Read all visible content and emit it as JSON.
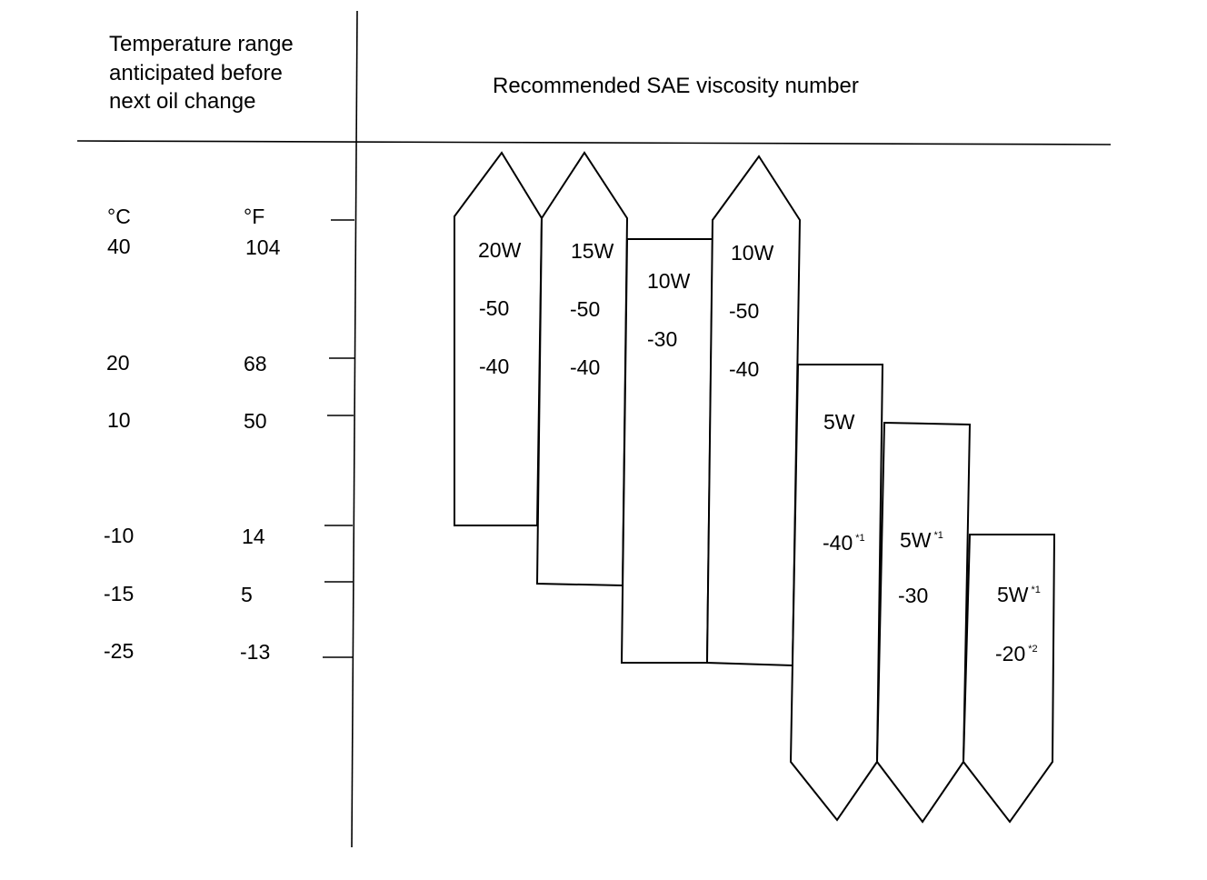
{
  "header": {
    "left_lines": [
      "Temperature range",
      "anticipated before",
      "next oil change"
    ],
    "right_title": "Recommended SAE viscosity number"
  },
  "scale": {
    "celsius_unit": "°C",
    "fahrenheit_unit": "°F",
    "levels": [
      {
        "c": "40",
        "f": "104",
        "c_value": 40
      },
      {
        "c": "20",
        "f": "68",
        "c_value": 20
      },
      {
        "c": "10",
        "f": "50",
        "c_value": 10
      },
      {
        "c": "-10",
        "f": "14",
        "c_value": -10
      },
      {
        "c": "-15",
        "f": "5",
        "c_value": -15
      },
      {
        "c": "-25",
        "f": "-13",
        "c_value": -25
      }
    ]
  },
  "bands": [
    {
      "id": "20w50",
      "lines": [
        {
          "t": "20W"
        },
        {
          "t": "-50"
        }
      ],
      "lower_c": -10,
      "upper_c": 40,
      "open_top": true,
      "open_bottom": false
    },
    {
      "id": "20w40",
      "lines": [
        {
          "t": "-40"
        }
      ],
      "lower_c": -10,
      "upper_c": 40,
      "open_top": true,
      "open_bottom": false
    },
    {
      "id": "15w",
      "lines": [
        {
          "t": "15W"
        },
        {
          "t": "-50"
        },
        {
          "t": "-40"
        }
      ],
      "lower_c": -15,
      "upper_c": 40,
      "open_top": true,
      "open_bottom": false
    },
    {
      "id": "10w30",
      "lines": [
        {
          "t": "10W"
        },
        {
          "t": "-30"
        }
      ],
      "lower_c": -25,
      "upper_c": 40,
      "open_top": false,
      "open_bottom": false
    },
    {
      "id": "10w",
      "lines": [
        {
          "t": "10W"
        },
        {
          "t": "-50"
        },
        {
          "t": "-40"
        }
      ],
      "lower_c": -25,
      "upper_c": 40,
      "open_top": true,
      "open_bottom": false
    },
    {
      "id": "5w40",
      "lines": [
        {
          "t": "5W"
        },
        {
          "t": "-40",
          "sup": "*1"
        }
      ],
      "lower_c": -25,
      "upper_c": 20,
      "open_top": false,
      "open_bottom": true
    },
    {
      "id": "5w30",
      "lines": [
        {
          "t": "5W",
          "sup": "*1"
        },
        {
          "t": "-30"
        }
      ],
      "lower_c": -25,
      "upper_c": 10,
      "open_top": false,
      "open_bottom": true
    },
    {
      "id": "5w20",
      "lines": [
        {
          "t": "5W",
          "sup": "*1"
        },
        {
          "t": "-20",
          "sup": "*2"
        }
      ],
      "lower_c": -25,
      "upper_c": -10,
      "open_top": false,
      "open_bottom": true
    }
  ]
}
